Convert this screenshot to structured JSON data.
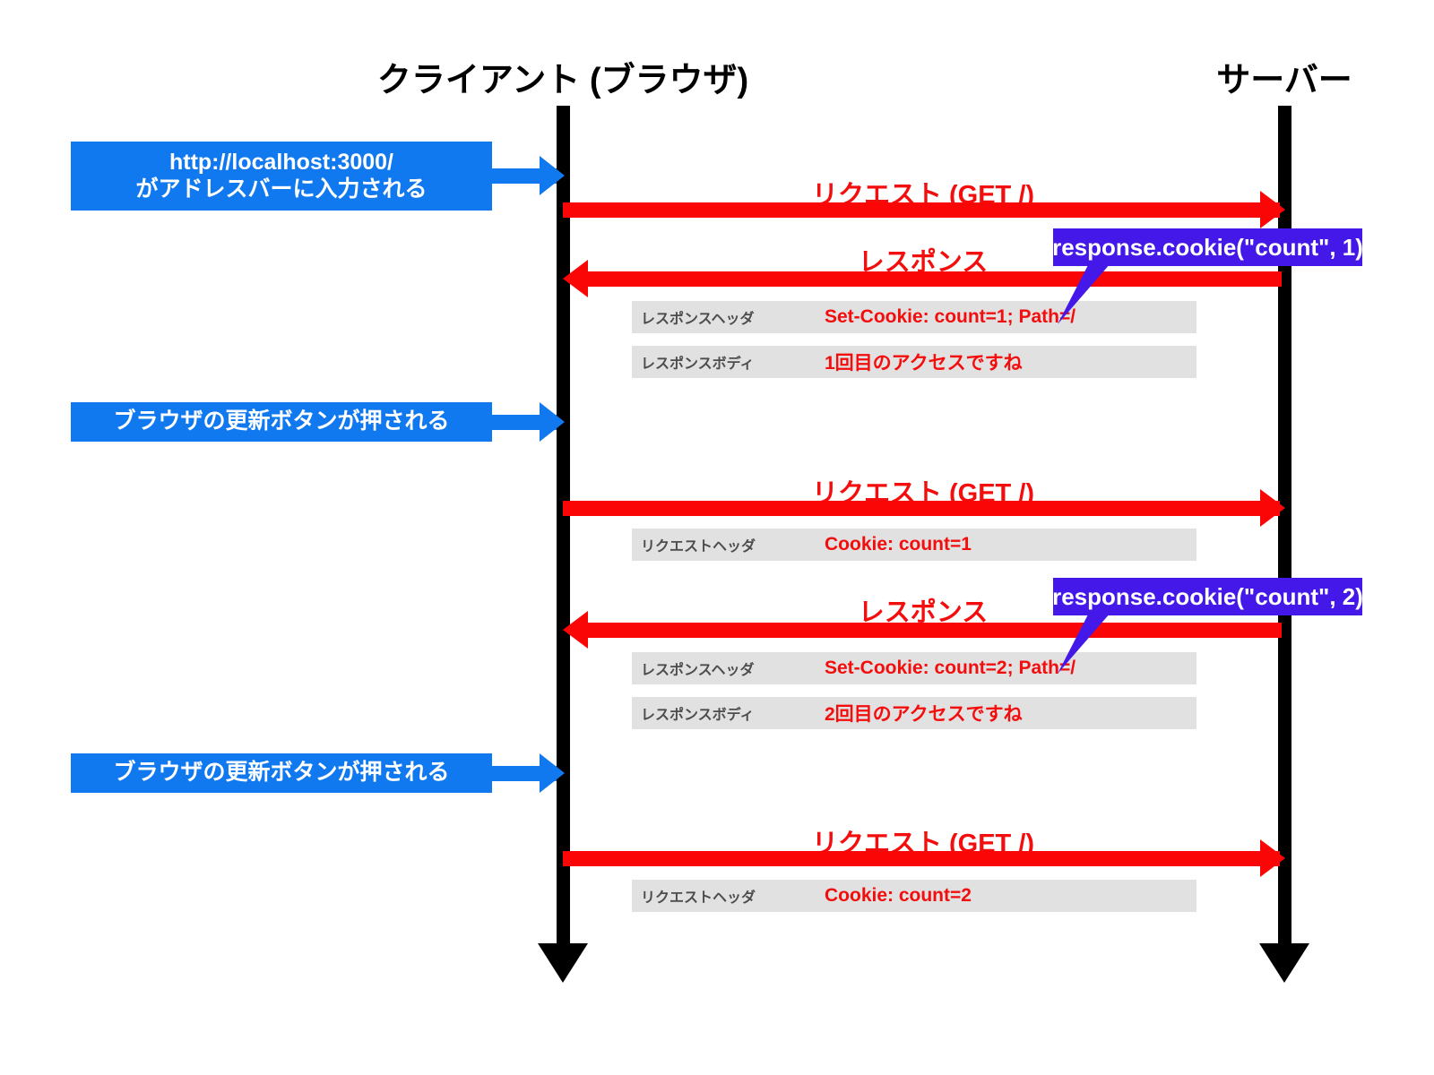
{
  "diagram": {
    "title_client": "クライアント (ブラウザ)",
    "title_server": "サーバー",
    "colors": {
      "lifeline": "#000000",
      "note_blue": "#1179ef",
      "message_red": "#fb0606",
      "callout_purple": "#4318e8",
      "row_gray": "#e1e1e1",
      "row_key_text": "#4d4d4d",
      "background": "#ffffff"
    }
  },
  "notes": [
    {
      "id": "note-url",
      "line1": "http://localhost:3000/",
      "line2": "がアドレスバーに入力される"
    },
    {
      "id": "note-reload-1",
      "line1": "ブラウザの更新ボタンが押される",
      "line2": ""
    },
    {
      "id": "note-reload-2",
      "line1": "ブラウザの更新ボタンが押される",
      "line2": ""
    }
  ],
  "messages": [
    {
      "id": "msg1",
      "label": "リクエスト (GET /)",
      "direction": "client-to-server"
    },
    {
      "id": "msg2",
      "label": "レスポンス",
      "direction": "server-to-client"
    },
    {
      "id": "msg3",
      "label": "リクエスト (GET /)",
      "direction": "client-to-server"
    },
    {
      "id": "msg4",
      "label": "レスポンス",
      "direction": "server-to-client"
    },
    {
      "id": "msg5",
      "label": "リクエスト (GET /)",
      "direction": "client-to-server"
    }
  ],
  "rows": [
    {
      "id": "row-1",
      "key": "レスポンスヘッダ",
      "value": "Set-Cookie: count=1; Path=/"
    },
    {
      "id": "row-2",
      "key": "レスポンスボディ",
      "value": "1回目のアクセスですね"
    },
    {
      "id": "row-3",
      "key": "リクエストヘッダ",
      "value": "Cookie: count=1"
    },
    {
      "id": "row-4",
      "key": "レスポンスヘッダ",
      "value": "Set-Cookie: count=2; Path=/"
    },
    {
      "id": "row-5",
      "key": "レスポンスボディ",
      "value": "2回目のアクセスですね"
    },
    {
      "id": "row-6",
      "key": "リクエストヘッダ",
      "value": "Cookie: count=2"
    }
  ],
  "callouts": [
    {
      "id": "callout-1",
      "text": "response.cookie(\"count\", 1)"
    },
    {
      "id": "callout-2",
      "text": "response.cookie(\"count\", 2)"
    }
  ]
}
